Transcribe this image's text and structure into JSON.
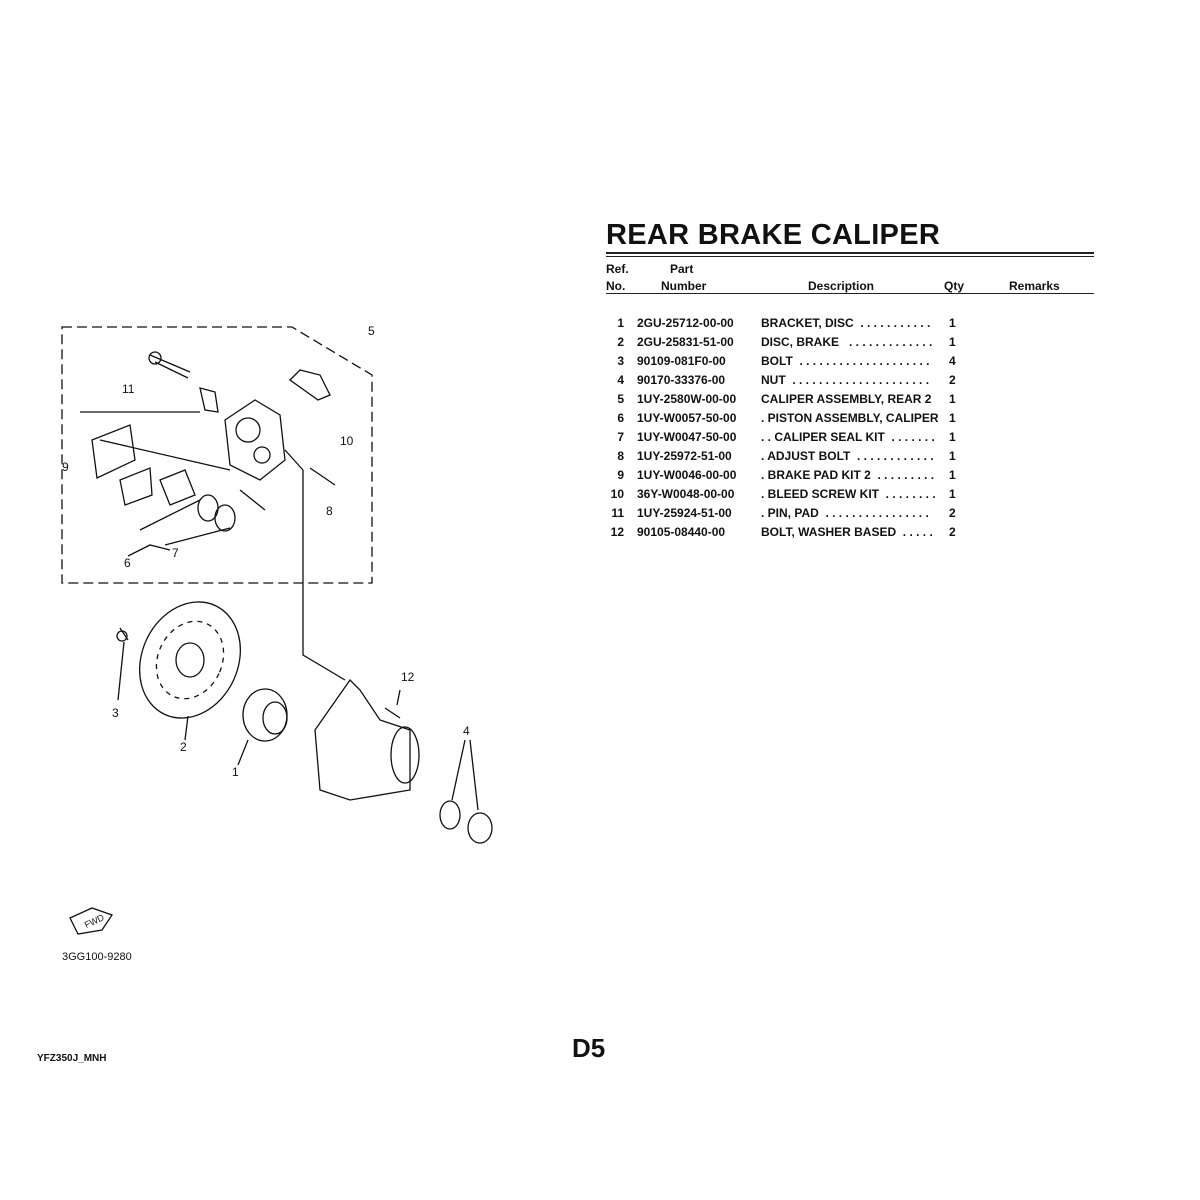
{
  "title": "REAR BRAKE CALIPER",
  "headers": {
    "ref_1": "Ref.",
    "ref_2": "No.",
    "part_1": "Part",
    "part_2": "Number",
    "description": "Description",
    "qty": "Qty",
    "remarks": "Remarks"
  },
  "rows": [
    {
      "ref": "1",
      "part": "2GU-25712-00-00",
      "desc": "BRACKET, DISC  . . . . . . . . . . .",
      "qty": "1"
    },
    {
      "ref": "2",
      "part": "2GU-25831-51-00",
      "desc": "DISC, BRAKE   . . . . . . . . . . . . .",
      "qty": "1"
    },
    {
      "ref": "3",
      "part": "90109-081F0-00",
      "desc": "BOLT  . . . . . . . . . . . . . . . . . . . .",
      "qty": "4"
    },
    {
      "ref": "4",
      "part": "90170-33376-00",
      "desc": "NUT  . . . . . . . . . . . . . . . . . . . . .",
      "qty": "2"
    },
    {
      "ref": "5",
      "part": "1UY-2580W-00-00",
      "desc": "CALIPER ASSEMBLY, REAR 2",
      "qty": "1"
    },
    {
      "ref": "6",
      "part": "1UY-W0057-50-00",
      "desc": ". PISTON ASSEMBLY, CALIPER",
      "qty": "1"
    },
    {
      "ref": "7",
      "part": "1UY-W0047-50-00",
      "desc": ". . CALIPER SEAL KIT  . . . . . . .",
      "qty": "1"
    },
    {
      "ref": "8",
      "part": "1UY-25972-51-00",
      "desc": ". ADJUST BOLT  . . . . . . . . . . . .",
      "qty": "1"
    },
    {
      "ref": "9",
      "part": "1UY-W0046-00-00",
      "desc": ". BRAKE PAD KIT 2  . . . . . . . . .",
      "qty": "1"
    },
    {
      "ref": "10",
      "part": "36Y-W0048-00-00",
      "desc": ". BLEED SCREW KIT  . . . . . . . .",
      "qty": "1"
    },
    {
      "ref": "11",
      "part": "1UY-25924-51-00",
      "desc": ". PIN, PAD  . . . . . . . . . . . . . . . .",
      "qty": "2"
    },
    {
      "ref": "12",
      "part": "90105-08440-00",
      "desc": "BOLT, WASHER BASED  . . . . .",
      "qty": "2"
    }
  ],
  "diagram": {
    "callouts": [
      "1",
      "2",
      "3",
      "4",
      "5",
      "6",
      "7",
      "8",
      "9",
      "10",
      "11",
      "12"
    ],
    "fwd_label": "FWD",
    "diagram_code": "3GG100-9280"
  },
  "footer": {
    "model": "YFZ350J_MNH",
    "page": "D5"
  }
}
